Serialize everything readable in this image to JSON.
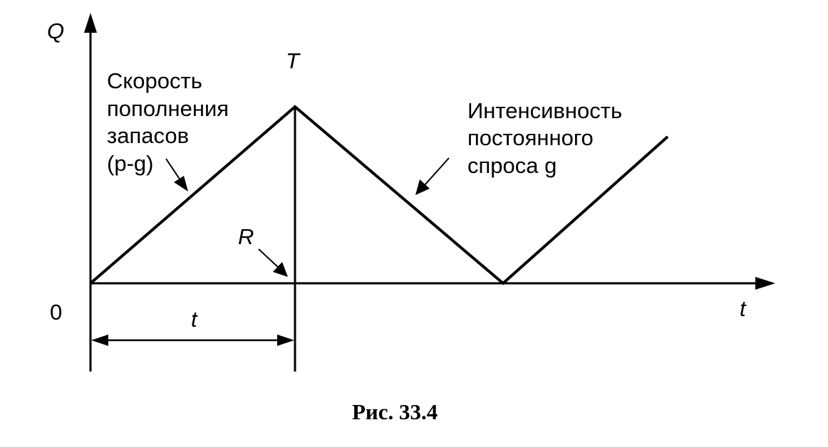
{
  "figure": {
    "axis_y_label": "Q",
    "axis_x_label": "t",
    "origin_label": "0",
    "peak_label": "T",
    "reorder_label": "R",
    "interval_label": "t",
    "rate_label": {
      "line1": "Скорость",
      "line2": "пополнения",
      "line3": "запасов",
      "line4": "(p-g)"
    },
    "demand_label": {
      "line1": "Интенсивность",
      "line2": "постоянного",
      "line3": "спроса g"
    },
    "caption": "Рис. 33.4"
  }
}
